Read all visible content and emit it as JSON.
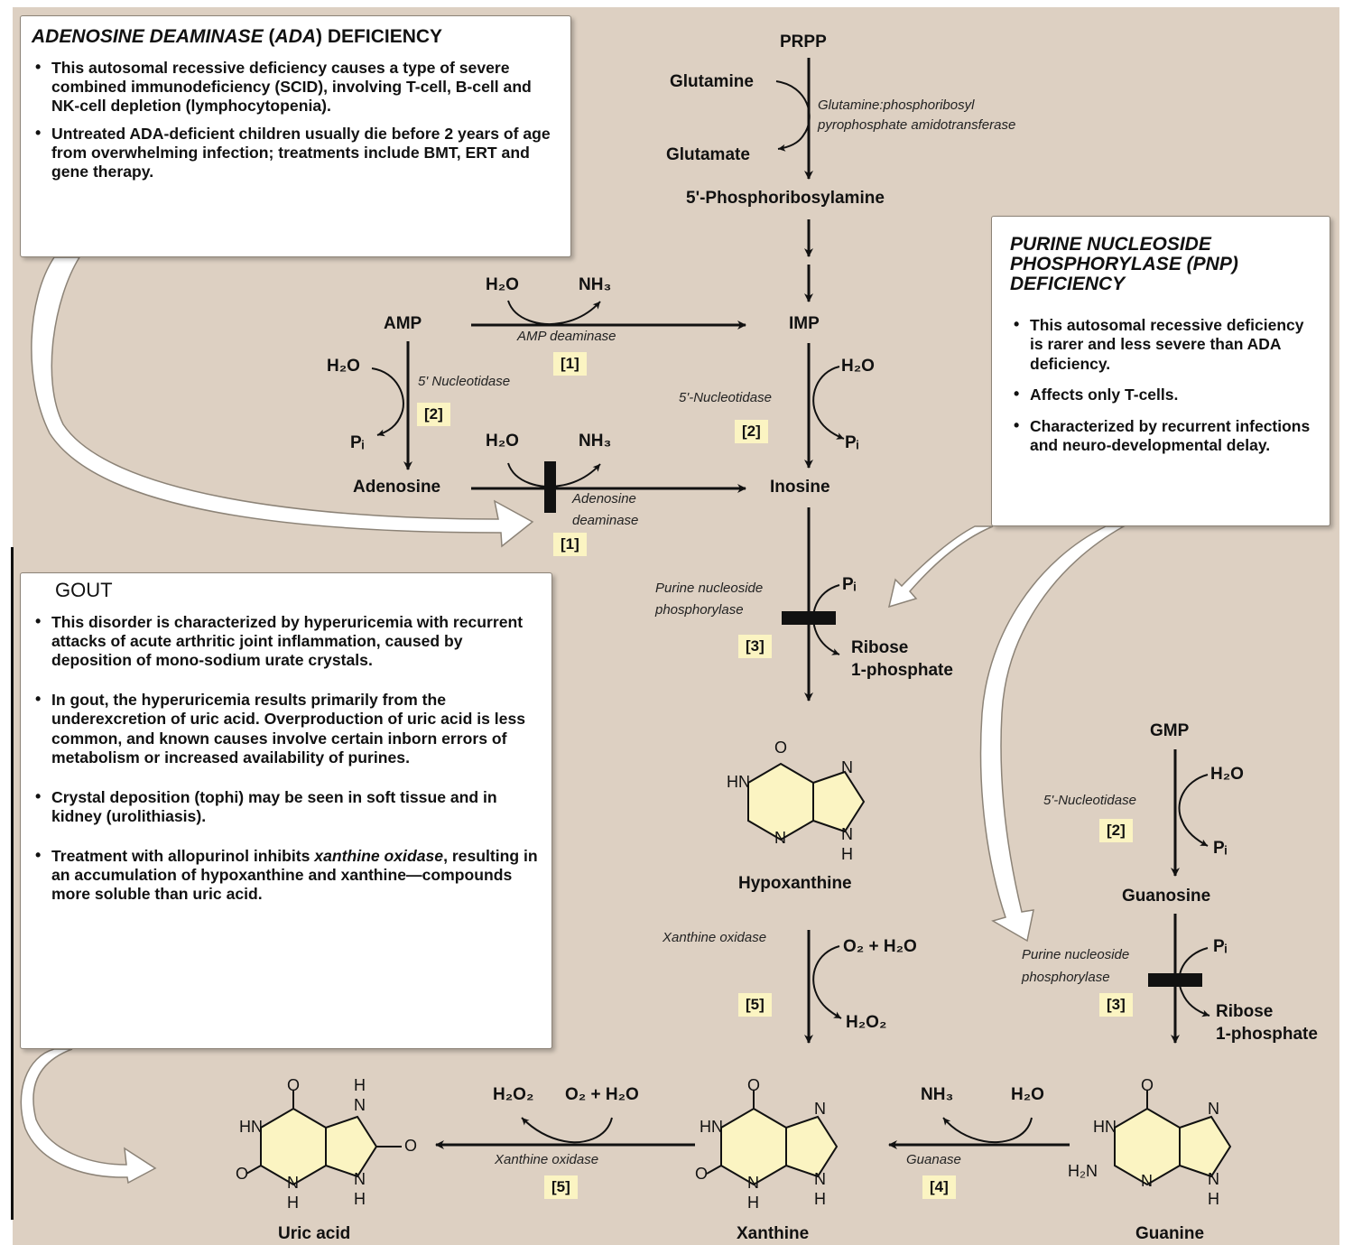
{
  "ada_box": {
    "title_italic": "ADENOSINE DEAMINASE",
    "title_open": " (",
    "title_abbr": "ADA",
    "title_close": ") DEFICIENCY",
    "bullets": [
      "This autosomal recessive deficiency causes a type of severe combined immunodeficiency (SCID), involving T-cell, B-cell and NK-cell depletion (lymphocytopenia).",
      "Untreated ADA-deficient children usually die before 2 years of age from overwhelming infection; treatments include BMT, ERT and gene therapy."
    ]
  },
  "pnp_box": {
    "title": "PURINE NUCLEOSIDE PHOSPHORYLASE (PNP) DEFICIENCY",
    "bullets": [
      "This autosomal recessive deficiency is rarer and less severe than ADA deficiency.",
      "Affects only T-cells.",
      "Characterized by recurrent infections and neuro-developmental delay."
    ]
  },
  "gout_box": {
    "title": "GOUT",
    "bullets": [
      "This disorder is characterized by hyperuricemia with recurrent attacks of acute arthritic joint inflammation, caused by deposition of mono-sodium urate crystals.",
      "In gout, the hyperuricemia results primarily from the underexcretion of uric acid. Overproduction of uric acid is less common, and known causes involve certain inborn errors of metabolism or increased availability of purines.",
      "Crystal deposition (tophi) may be seen in soft tissue and in kidney (urolithiasis)."
    ],
    "last_bullet": {
      "before": "Treatment with allopurinol inhibits ",
      "italic": "xanthine oxidase",
      "after": ", resulting in an accumulation of hypoxanthine and xanthine—compounds more soluble than uric acid."
    }
  },
  "metabolites": {
    "prpp": "PRPP",
    "glutamine": "Glutamine",
    "glutamate": "Glutamate",
    "phosphoribosylamine": "5'-Phosphoribosylamine",
    "imp": "IMP",
    "amp": "AMP",
    "adenosine": "Adenosine",
    "inosine": "Inosine",
    "ribose1p_a": "Ribose",
    "ribose1p_b": "1-phosphate",
    "hypoxanthine": "Hypoxanthine",
    "gmp": "GMP",
    "guanosine": "Guanosine",
    "uric_acid": "Uric acid",
    "xanthine": "Xanthine",
    "guanine": "Guanine"
  },
  "cofactors": {
    "h2o": "H₂O",
    "nh3": "NH₃",
    "pi": "Pᵢ",
    "o2_h2o": "O₂ + H₂O",
    "h2o2": "H₂O₂"
  },
  "enzymes": {
    "amidotransferase_1": "Glutamine:phosphoribosyl",
    "amidotransferase_2": "pyrophosphate amidotransferase",
    "amp_deaminase": "AMP deaminase",
    "nucleotidase_amp": "5' Nucleotidase",
    "nucleotidase": "5'-Nucleotidase",
    "adenosine_deaminase_1": "Adenosine",
    "adenosine_deaminase_2": "deaminase",
    "pnp_1": "Purine nucleoside",
    "pnp_2": "phosphorylase",
    "xanthine_oxidase": "Xanthine oxidase",
    "guanase": "Guanase"
  },
  "tags": {
    "t1": "[1]",
    "t2": "[2]",
    "t3": "[3]",
    "t4": "[4]",
    "t5": "[5]"
  },
  "atoms": {
    "o": "O",
    "n": "N",
    "h": "H",
    "hn": "HN",
    "h2n": "H₂N"
  },
  "colors": {
    "background": "#ddd0c2",
    "ring_fill": "#fbf4c2",
    "tag_fill": "#fbf4c2",
    "block_bar": "#111111"
  }
}
